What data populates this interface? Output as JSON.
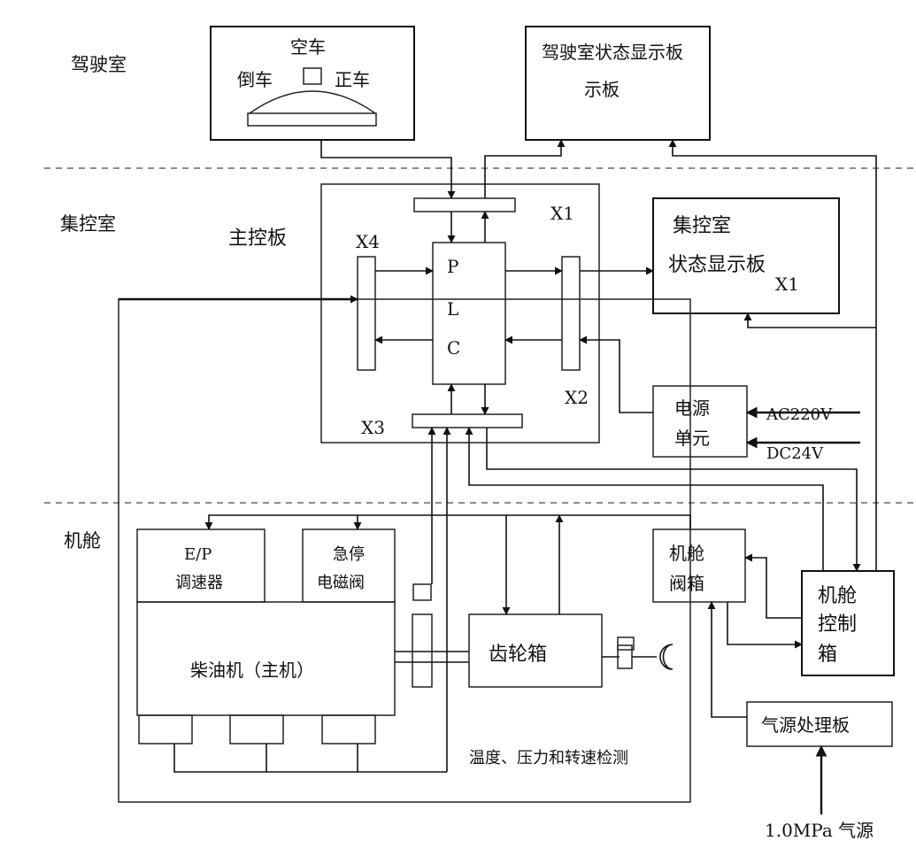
{
  "zones": {
    "cab": "驾驶室",
    "control_room": "集控室",
    "engine_room": "机舱"
  },
  "cab": {
    "lever_title": "空车",
    "lever_reverse": "倒车",
    "lever_forward": "正车",
    "status_display": "驾驶室状态显示板"
  },
  "main_board": {
    "title": "主控板",
    "plc": [
      "P",
      "L",
      "C"
    ],
    "x1": "X1",
    "x2": "X2",
    "x3": "X3",
    "x4": "X4"
  },
  "control_room": {
    "status_display_line1": "集控室",
    "status_display_line2": "状态显示板",
    "port_label": "X1"
  },
  "power": {
    "unit_line1": "电源",
    "unit_line2": "单元",
    "ac": "AC220V",
    "dc": "DC24V"
  },
  "engine_room": {
    "ep_line1": "E/P",
    "ep_line2": "调速器",
    "estop_line1": "急停",
    "estop_line2": "电磁阀",
    "engine": "柴油机（主机）",
    "gearbox": "齿轮箱",
    "valve_box_line1": "机舱",
    "valve_box_line2": "阀箱",
    "control_box_line1": "机舱",
    "control_box_line2": "控制",
    "control_box_line3": "箱",
    "air_board": "气源处理板",
    "air_source": "1.0MPa 气源",
    "sensing": "温度、压力和转速检测"
  }
}
